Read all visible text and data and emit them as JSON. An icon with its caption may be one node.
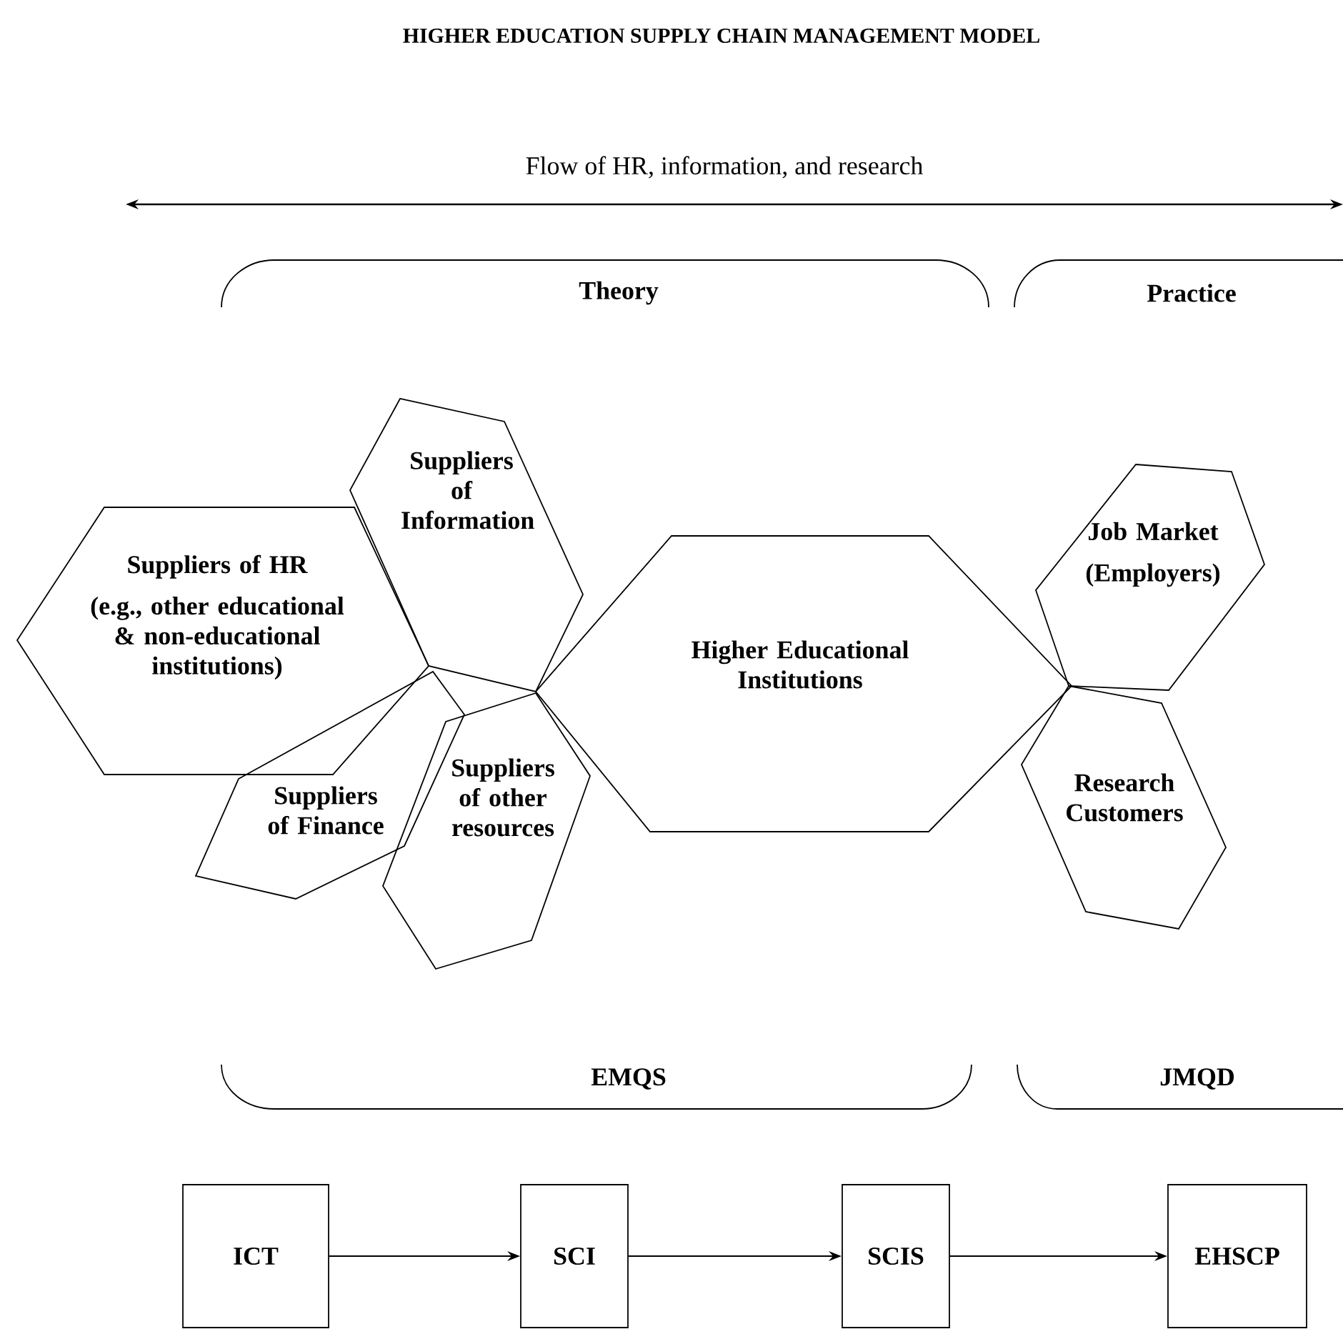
{
  "diagram": {
    "title": "HIGHER EDUCATION SUPPLY CHAIN MANAGEMENT MODEL",
    "nodes": [
      {
        "text": [
          "Suppliers of HR",
          "(e.g., other educational & non-educational institutions)"
        ]
      },
      {
        "text": [
          "Suppliers of Information"
        ]
      },
      {
        "text": [
          "Higher Educational Institutions"
        ]
      },
      {
        "text": [
          "Job Market",
          "(Employers)"
        ]
      },
      {
        "text": [
          "Suppliers of Finance"
        ]
      },
      {
        "text": [
          "Suppliers of other resources"
        ]
      },
      {
        "text": [
          "Research Customers"
        ]
      },
      {
        "text": [
          "ICT"
        ]
      },
      {
        "text": [
          "SCI"
        ]
      },
      {
        "text": [
          "SCIS"
        ]
      },
      {
        "text": [
          "EHSCP"
        ]
      }
    ],
    "edges": [
      {
        "from": 7,
        "to": 8,
        "arrow": "to"
      },
      {
        "from": 8,
        "to": 9,
        "arrow": "to"
      },
      {
        "from": 9,
        "to": 10,
        "arrow": "to"
      }
    ],
    "labels": [
      "Flow of HR, information, and research",
      "Theory",
      "Practice",
      "EMQS",
      "JMQD"
    ]
  }
}
